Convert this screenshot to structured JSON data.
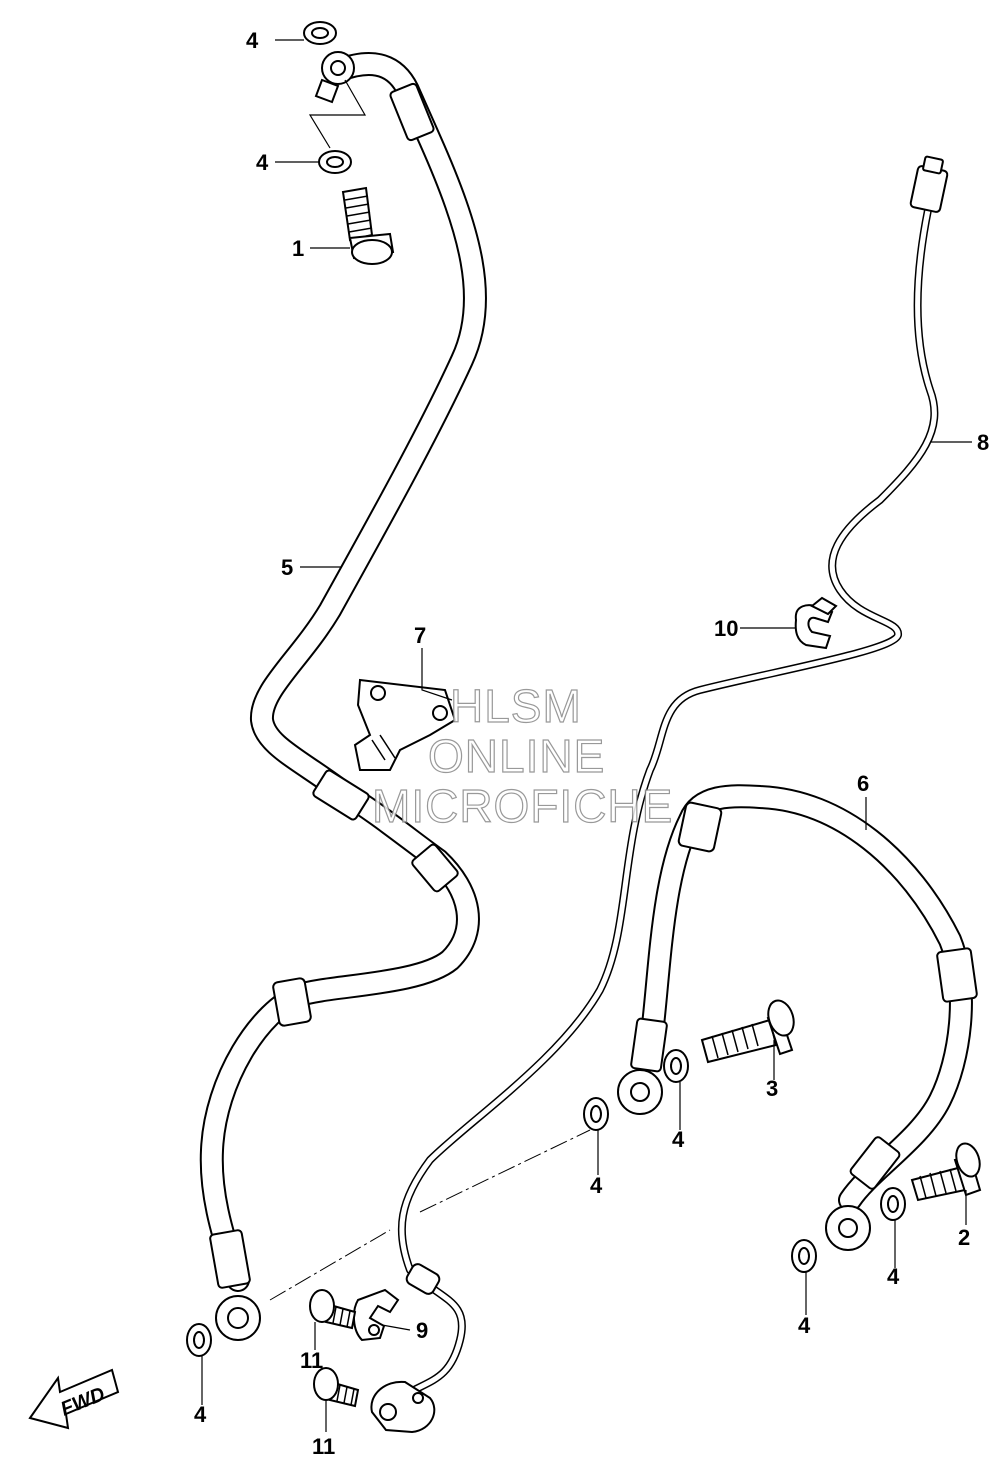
{
  "callouts": [
    {
      "text": "1"
    },
    {
      "text": "2"
    },
    {
      "text": "3"
    },
    {
      "text": "4"
    },
    {
      "text": "4"
    },
    {
      "text": "4"
    },
    {
      "text": "4"
    },
    {
      "text": "4"
    },
    {
      "text": "4"
    },
    {
      "text": "4"
    },
    {
      "text": "5"
    },
    {
      "text": "6"
    },
    {
      "text": "7"
    },
    {
      "text": "8"
    },
    {
      "text": "9"
    },
    {
      "text": "10"
    },
    {
      "text": "11"
    },
    {
      "text": "11"
    }
  ],
  "watermark": {
    "line1": "HLSM",
    "line2": "ONLINE",
    "line3": "MICROFICHE"
  },
  "direction_badge": {
    "label": "FWD",
    "icon": "forward-arrow-icon"
  }
}
